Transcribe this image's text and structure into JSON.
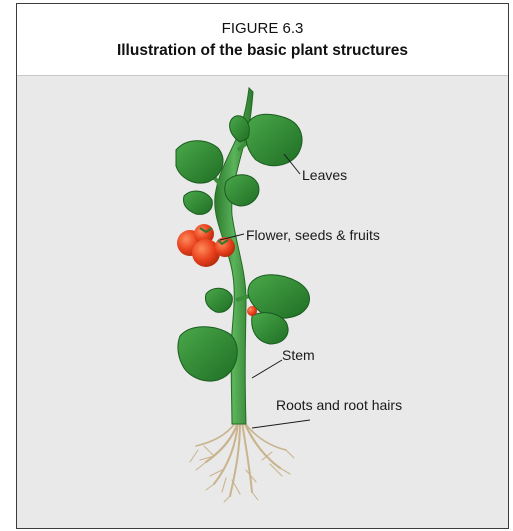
{
  "figure": {
    "number": "FIGURE 6.3",
    "title": "Illustration of the basic plant structures"
  },
  "labels": {
    "leaves": "Leaves",
    "flower": "Flower, seeds & fruits",
    "stem": "Stem",
    "roots": "Roots and root hairs"
  },
  "colors": {
    "panel_background": "#e9e9e9",
    "leaf": "#2f8a2f",
    "stem": "#3f9a3f",
    "fruit": "#e8401c",
    "roots": "#c9b48f"
  }
}
